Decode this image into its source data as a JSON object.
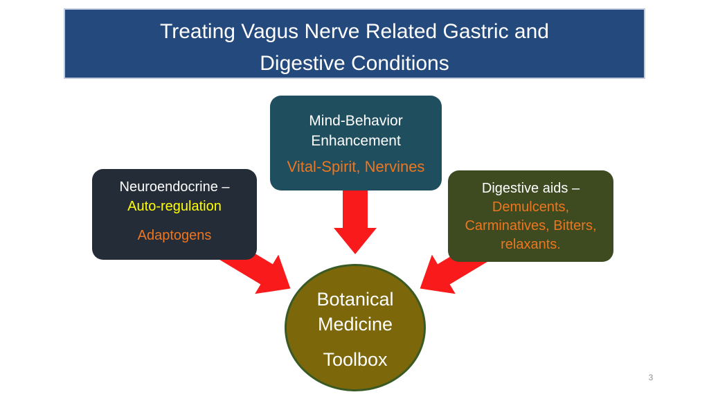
{
  "slide": {
    "title": {
      "line1": "Treating Vagus Nerve Related Gastric and",
      "line2": "Digestive Conditions"
    },
    "boxes": {
      "neuroendocrine": {
        "heading": "Neuroendocrine –",
        "highlight": "Auto-regulation",
        "body": "Adaptogens"
      },
      "mind_behavior": {
        "heading_line1": "Mind-Behavior",
        "heading_line2": "Enhancement",
        "body": "Vital-Spirit, Nervines"
      },
      "digestive_aids": {
        "heading": "Digestive aids –",
        "body_line1": "Demulcents,",
        "body_line2": "Carminatives, Bitters,",
        "body_line3": "relaxants."
      }
    },
    "toolbox_circle": {
      "line1": "Botanical",
      "line2": "Medicine",
      "line3": "Toolbox"
    },
    "page_number": "3",
    "colors": {
      "banner_bg": "#24497D",
      "banner_border": "#C3CBDC",
      "title_text": "#FFFFFF",
      "neuro_box_bg": "#242C37",
      "mind_box_bg": "#1F4E5F",
      "digestive_box_bg": "#3E4A20",
      "circle_fill": "#7D670B",
      "circle_border": "#3A5A23",
      "arrow_red": "#F91B1B",
      "heading_text": "#FFFFFF",
      "highlight_yellow": "#FFFF00",
      "accent_orange": "#ED7620",
      "page_number_gray": "#8F9191"
    }
  }
}
